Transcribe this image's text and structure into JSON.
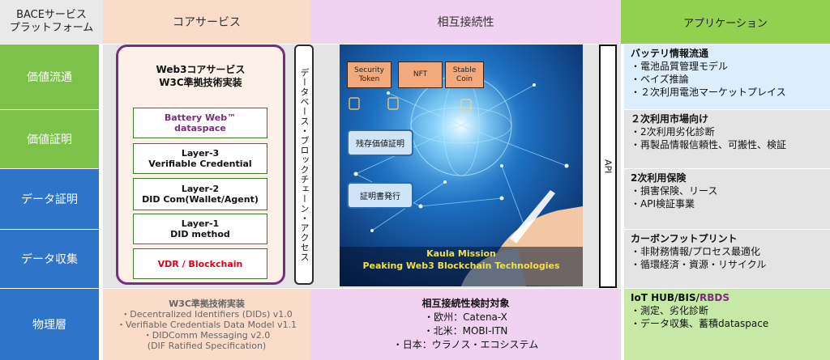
{
  "header": {
    "platform": "BACEサービス\nプラットフォーム",
    "core": "コアサービス",
    "interop": "相互接続性",
    "app": "アプリケーション"
  },
  "rows": [
    "価値流通",
    "価値証明",
    "データ証明",
    "データ収集",
    "物理層"
  ],
  "core": {
    "title": "Web3コアサービス\nW3C準拠技術実装",
    "layers": [
      "Battery Web™\ndataspace",
      "Layer-3\nVerifiable Credential",
      "Layer-2\nDID Com(Wallet/Agent)",
      "Layer-1\nDID method",
      "VDR / Blockchain"
    ]
  },
  "db_label": "データベース・ブロックチェーン・アクセス",
  "api_label": "API",
  "hero": {
    "tokens": [
      "Security\nToken",
      "NFT",
      "Stable\nCoin"
    ],
    "cards": [
      "残存価値証明",
      "証明書発行"
    ],
    "caption": "Kaula Mission\nPeaking Web3 Blockchain Technologies"
  },
  "apps": [
    {
      "title": "バッテリ情報流通",
      "items": [
        "・電池品質管理モデル",
        "・ベイズ推論",
        "・２次利用電池マーケットプレイス"
      ]
    },
    {
      "title": "２次利用市場向け",
      "items": [
        "・2次利用劣化診断",
        "・再製品情報信頼性、可搬性、検証"
      ]
    },
    {
      "title": "2次利用保険",
      "items": [
        "・損害保険、リース",
        "・API検証事業"
      ]
    },
    {
      "title": "カーボンフットプリント",
      "items": [
        "・非財務情報/プロセス最適化",
        "・循環経済・資源・リサイクル"
      ]
    },
    {
      "title": "IoT HUB/BIS/",
      "title_accent": "RBDS",
      "items": [
        "・測定、劣化診断",
        "・データ収集、蓄積dataspace"
      ]
    }
  ],
  "bottom_core": {
    "title": "W3C準拠技術実装",
    "items": [
      "・Decentralized Identifiers (DIDs) v1.0",
      "・Verifiable Credentials Data Model v1.1",
      "・DIDComm Messaging v2.0",
      "(DIF Ratified Specification)"
    ]
  },
  "bottom_interop": {
    "title": "相互接続性検討対象",
    "items": [
      "・欧州：Catena-X",
      "・北米：MOBI-ITN",
      "・日本：ウラノス・エコシステム"
    ]
  },
  "colors": {
    "green": "#7cc24a",
    "blue": "#2e75c9",
    "purple": "#7a2d7a",
    "red": "#e0001a"
  }
}
